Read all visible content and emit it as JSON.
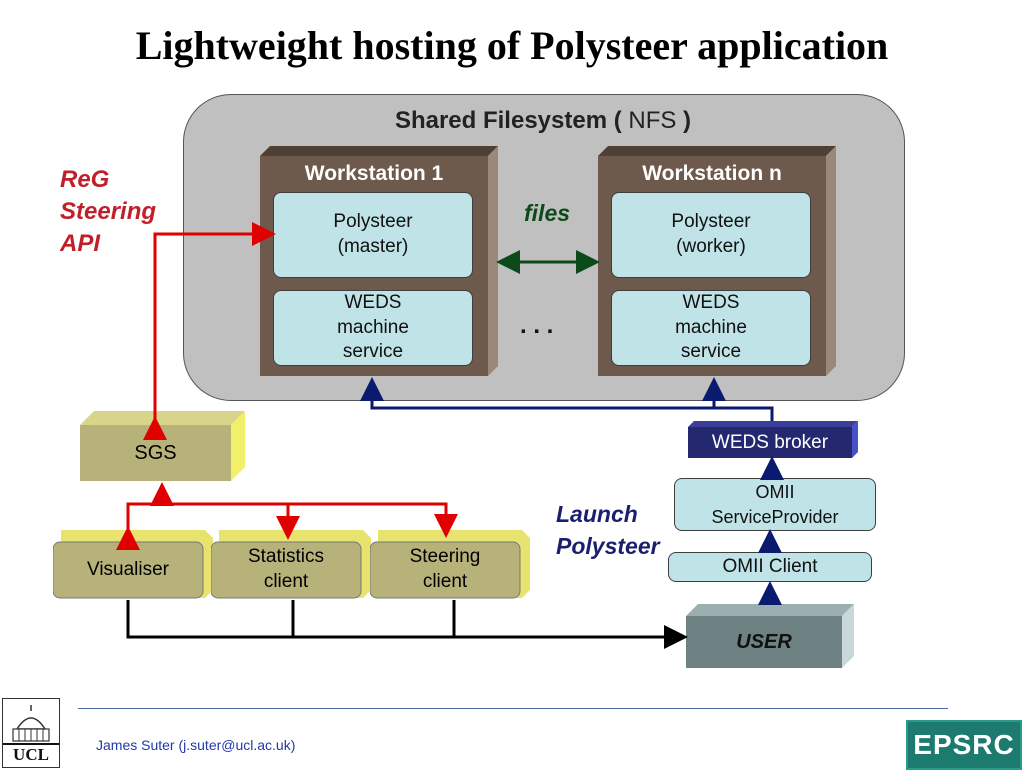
{
  "title": "Lightweight hosting of Polysteer application",
  "shared_fs": {
    "label_bold": "Shared Filesystem (",
    "label_normal": " NFS ",
    "label_close": ")"
  },
  "workstation1": {
    "label": "Workstation 1",
    "top_cell": "Polysteer\n(master)",
    "bottom_cell": "WEDS\nmachine\nservice"
  },
  "workstationn": {
    "label": "Workstation n",
    "top_cell": "Polysteer\n(worker)",
    "bottom_cell": "WEDS\nmachine\nservice"
  },
  "files_label": "files",
  "ellipsis": ". . .",
  "reg_label": [
    "ReG",
    "Steering",
    "API"
  ],
  "launch_label": [
    "Launch",
    "Polysteer"
  ],
  "sgs": "SGS",
  "visualiser": "Visualiser",
  "statistics_client": "Statistics\nclient",
  "steering_client": "Steering\nclient",
  "weds_broker": "WEDS broker",
  "omii_provider": "OMII\nServiceProvider",
  "omii_client": "OMII Client",
  "user": "USER",
  "footer": {
    "author": "James Suter (j.suter@ucl.ac.uk)",
    "ucl_logo": "UCL",
    "epsrc_logo": "EPSRC"
  },
  "colors": {
    "red_arrow": "#e00000",
    "navy_arrow": "#0a1a6e",
    "green_arrow": "#0d4a1a",
    "black_line": "#000000"
  }
}
